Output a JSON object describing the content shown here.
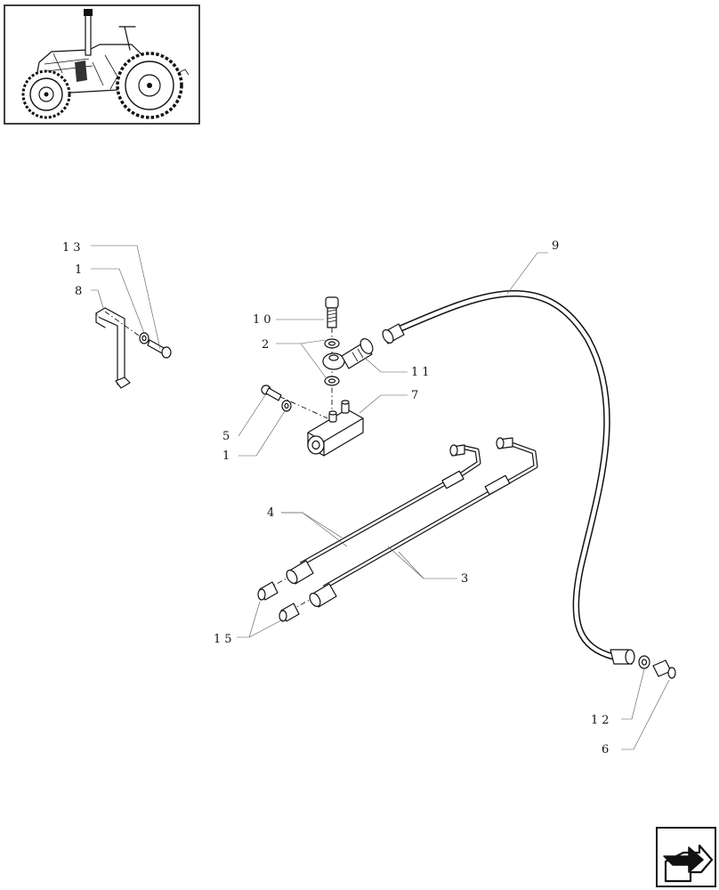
{
  "diagram": {
    "labels": {
      "l13": "13",
      "l1a": "1",
      "l8": "8",
      "l10": "10",
      "l2": "2",
      "l11": "11",
      "l7": "7",
      "l5": "5",
      "l1b": "1",
      "l9": "9",
      "l4": "4",
      "l3": "3",
      "l15": "15",
      "l12": "12",
      "l6": "6"
    }
  },
  "thumbnail": {
    "icon": "tractor-icon"
  },
  "navigation": {
    "icon": "next-page-arrow-icon"
  }
}
